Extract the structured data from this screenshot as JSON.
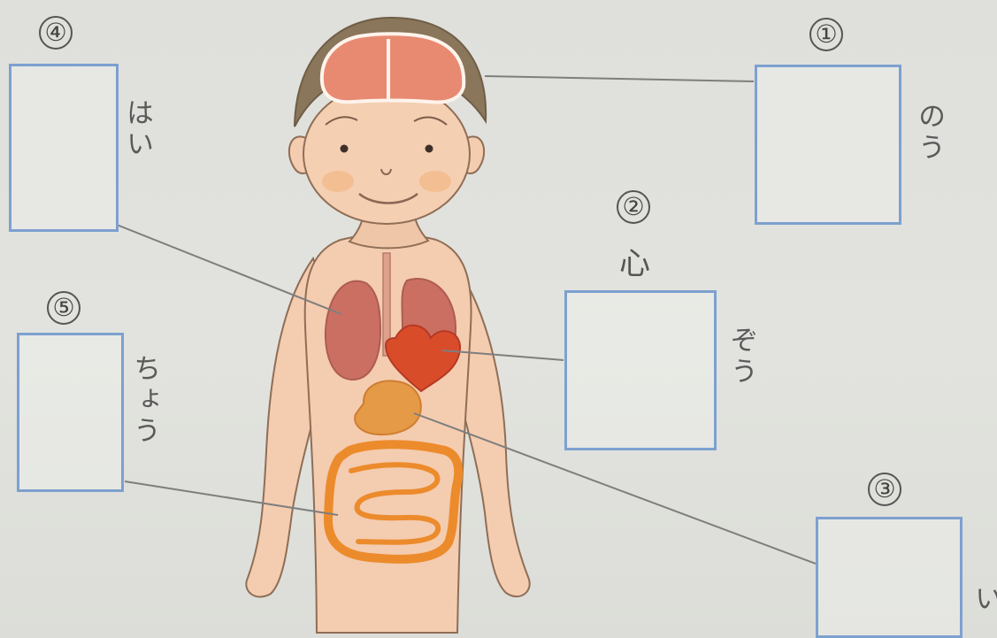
{
  "diagram": {
    "items": [
      {
        "number": "①",
        "reading": "のう",
        "prefix": ""
      },
      {
        "number": "②",
        "reading": "ぞう",
        "prefix": "心"
      },
      {
        "number": "③",
        "reading": "い",
        "prefix": ""
      },
      {
        "number": "④",
        "reading": "はい",
        "prefix": ""
      },
      {
        "number": "⑤",
        "reading": "ちょう",
        "prefix": ""
      }
    ]
  },
  "colors": {
    "background": "#dfdfdb",
    "box_border": "#7da0cf",
    "skin": "#f4ccb0",
    "hair": "#8a765a",
    "brain": "#e88a72",
    "lungs": "#cc6f63",
    "heart": "#d94c2a",
    "stomach": "#e59a48",
    "intestine": "#ec8b2c"
  }
}
